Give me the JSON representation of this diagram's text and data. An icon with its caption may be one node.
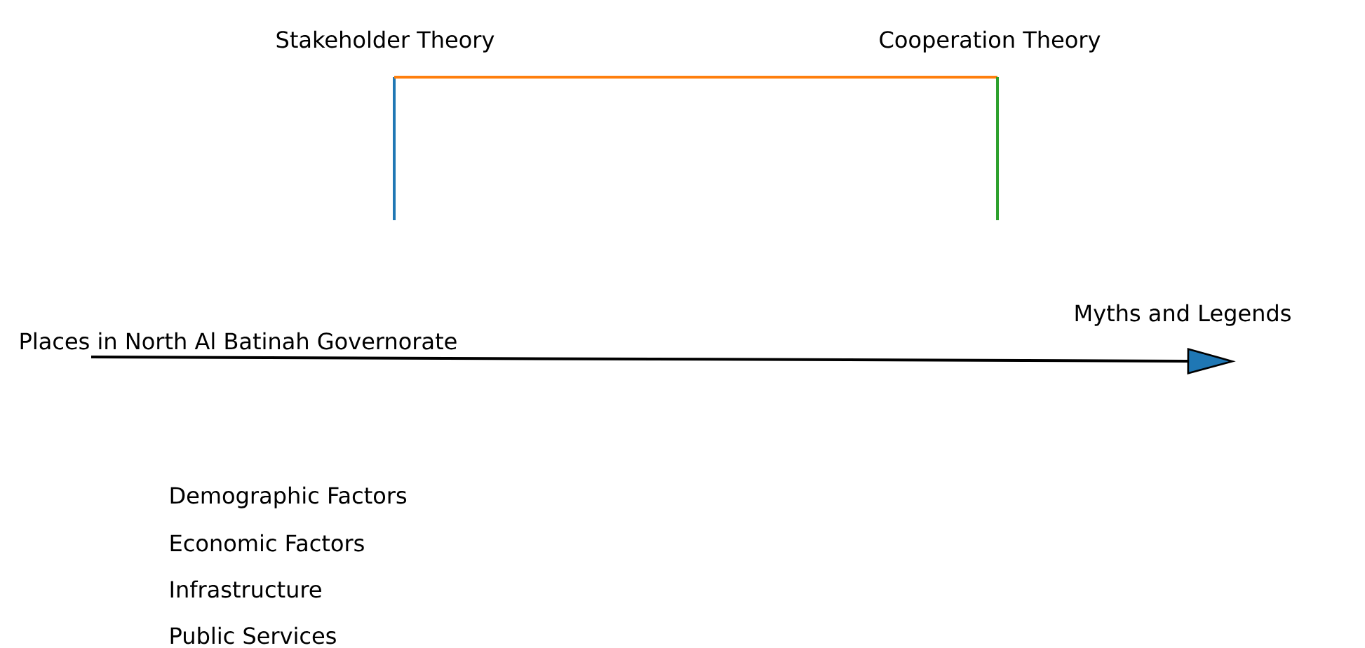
{
  "diagram": {
    "nodes": [
      {
        "text": [
          "Places in North Al Batinah Governorate"
        ]
      },
      {
        "text": [
          "Myths and Legends"
        ]
      }
    ],
    "edges": [
      {
        "from": 0,
        "to": 1,
        "arrow": "to"
      }
    ],
    "labels": [
      "Stakeholder Theory",
      "Cooperation Theory",
      "Demographic Factors",
      "Economic Factors",
      "Infrastructure",
      "Public Services"
    ]
  }
}
